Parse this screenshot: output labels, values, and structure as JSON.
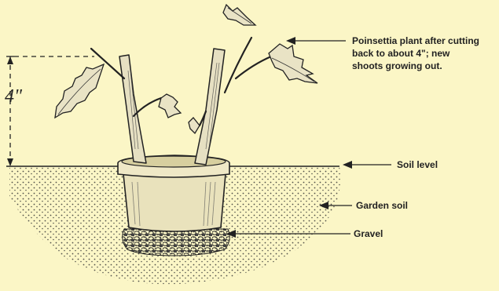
{
  "diagram": {
    "height_marker": "4\"",
    "labels": {
      "plant_line1": "Poinsettia plant after cutting",
      "plant_line2": "back to about 4\"; new",
      "plant_line3": "shoots growing out.",
      "soil_level": "Soil level",
      "garden_soil": "Garden soil",
      "gravel": "Gravel"
    },
    "colors": {
      "background": "#fbf6c6",
      "ink": "#222222"
    }
  }
}
